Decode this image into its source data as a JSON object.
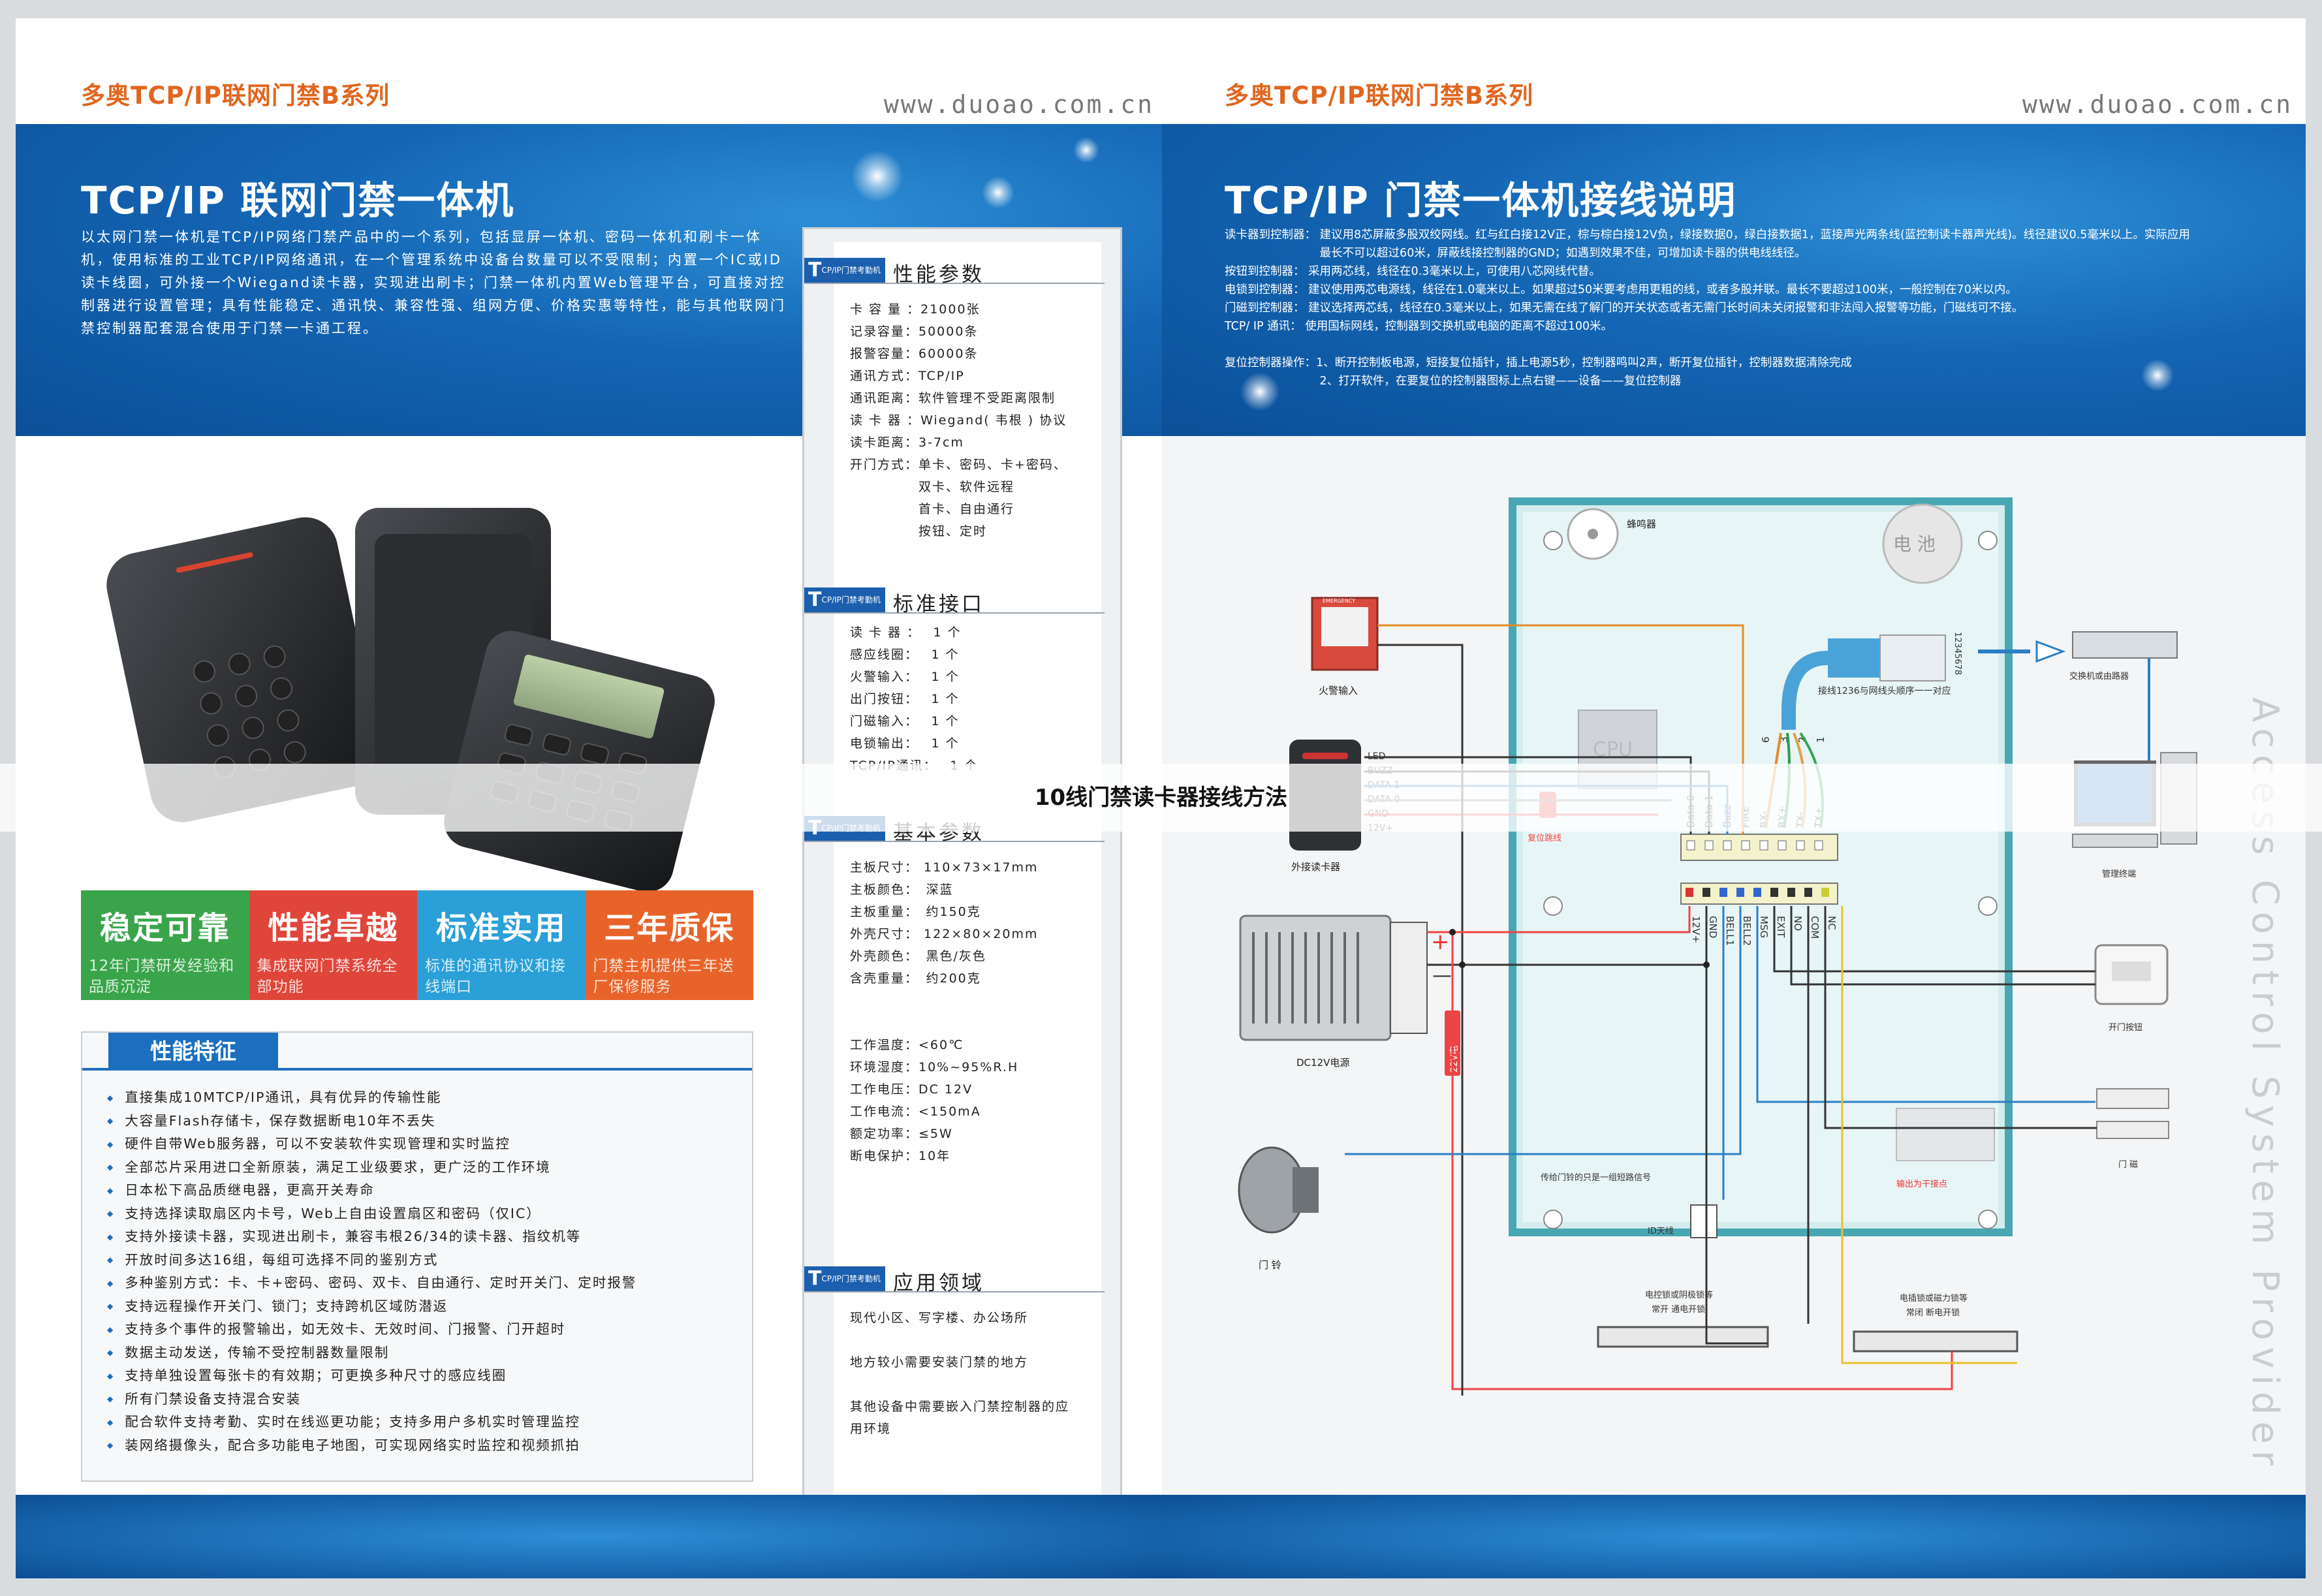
{
  "header": {
    "series_left": "多奥TCP/IP联网门禁B系列",
    "url_left": "www.duoao.com.cn",
    "series_right": "多奥TCP/IP联网门禁B系列",
    "url_right": "www.duoao.com.cn"
  },
  "left_page": {
    "title": "TCP/IP 联网门禁一体机",
    "intro": "以太网门禁一体机是TCP/IP网络门禁产品中的一个系列，包括显屏一体机、密码一体机和刷卡一体机，使用标准的工业TCP/IP网络通讯，在一个管理系统中设备台数量可以不受限制；内置一个IC或ID读卡线圈，可外接一个Wiegand读卡器，实现进出刷卡；门禁一体机内置Web管理平台，可直接对控制器进行设置管理；具有性能稳定、通讯快、兼容性强、组网方便、价格实惠等特性，能与其他联网门禁控制器配套混合使用于门禁一卡通工程。",
    "features": [
      {
        "title": "稳定可靠",
        "desc": "12年门禁研发经验和品质沉淀",
        "color": "#3aa44b"
      },
      {
        "title": "性能卓越",
        "desc": "集成联网门禁系统全部功能",
        "color": "#e0453a"
      },
      {
        "title": "标准实用",
        "desc": "标准的通讯协议和接线端口",
        "color": "#2a9fd8"
      },
      {
        "title": "三年质保",
        "desc": "门禁主机提供三年送厂保修服务",
        "color": "#e8632a"
      }
    ],
    "perf_title": "性能特征",
    "perf_items": [
      "直接集成10MTCP/IP通讯，具有优异的传输性能",
      "大容量Flash存储卡，保存数据断电10年不丢失",
      "硬件自带Web服务器，可以不安装软件实现管理和实时监控",
      "全部芯片采用进口全新原装，满足工业级要求，更广泛的工作环境",
      "日本松下高品质继电器，更高开关寿命",
      "支持选择读取扇区内卡号，Web上自由设置扇区和密码（仅IC）",
      "支持外接读卡器，实现进出刷卡，兼容韦根26/34的读卡器、指纹机等",
      "开放时间多达16组，每组可选择不同的鉴别方式",
      "多种鉴别方式：卡、卡+密码、密码、双卡、自由通行、定时开关门、定时报警",
      "支持远程操作开关门、锁门；支持跨机区域防潜返",
      "支持多个事件的报警输出，如无效卡、无效时间、门报警、门开超时",
      "数据主动发送，传输不受控制器数量限制",
      "支持单独设置每张卡的有效期；可更换多种尺寸的感应线圈",
      "所有门禁设备支持混合安装",
      "配合软件支持考勤、实时在线巡更功能；支持多用户多机实时管理监控",
      "装网络摄像头，配合多功能电子地图，可实现网络实时监控和视频抓拍"
    ],
    "spec": {
      "tag_text": "CP/IP门禁考勤机",
      "perf": {
        "title": "性能参数",
        "rows": [
          "卡 容 量 ：21000张",
          "记录容量：50000条",
          "报警容量：60000条",
          "通讯方式：TCP/IP",
          "通讯距离：软件管理不受距离限制",
          "读 卡 器 ：Wiegand( 韦根 ) 协议",
          "读卡距离：3-7cm",
          "开门方式：单卡、密码、卡+密码、",
          "　　　　　双卡、软件远程",
          "　　　　　首卡、自由通行",
          "　　　　　按钮、定时"
        ]
      },
      "interface": {
        "title": "标准接口",
        "rows": [
          "读 卡 器 ：　 1 个",
          "感应线圈：　 1 个",
          "火警输入：　 1 个",
          "出门按钮：　 1 个",
          "门磁输入：　 1 个",
          "电锁输出：　 1 个",
          "TCP/IP通讯：　 1 个"
        ]
      },
      "basic": {
        "title": "基本参数",
        "rows": [
          "主板尺寸： 110×73×17mm",
          "主板颜色：　深蓝",
          "主板重量：　约150克",
          "外壳尺寸： 122×80×20mm",
          "外壳颜色：　黑色/灰色",
          "含壳重量：　约200克",
          "",
          "",
          "工作温度：<60℃",
          "环境湿度：10%~95%R.H",
          "工作电压：DC 12V",
          "工作电流：<150mA",
          "额定功率：≤5W",
          "断电保护：10年"
        ]
      },
      "app": {
        "title": "应用领域",
        "rows": [
          "现代小区、写字楼、办公场所",
          "",
          "地方较小需要安装门禁的地方",
          "",
          "其他设备中需要嵌入门禁控制器的应",
          "用环境"
        ]
      }
    }
  },
  "right_page": {
    "title": "TCP/IP 门禁一体机接线说明",
    "wiring": [
      "读卡器到控制器：  建议用8芯屏蔽多股双绞网线。红与红白接12V正，棕与棕白接12V负，绿接数据0，绿白接数据1，蓝接声光两条线(蓝控制读卡器声光线)。线径建议0.5毫米以上。实际应用",
      "　　　　　　　　  最长不可以超过60米，屏蔽线接控制器的GND；如遇到效果不佳，可增加读卡器的供电线线径。",
      "按钮到控制器：    采用两芯线，线径在0.3毫米以上，可使用八芯网线代替。",
      "电锁到控制器：    建议使用两芯电源线，线径在1.0毫米以上。如果超过50米要考虑用更粗的线，或者多股并联。最长不要超过100米，一般控制在70米以内。",
      "门磁到控制器：    建议选择两芯线，线径在0.3毫米以上，如果无需在线了解门的开关状态或者无需门长时间未关闭报警和非法闯入报警等功能，门磁线可不接。",
      "TCP/ IP 通讯：     使用国标网线，控制器到交换机或电脑的距离不超过100米。",
      "",
      "复位控制器操作：1、断开控制板电源，短接复位插针，插上电源5秒，控制器鸣叫2声，断开复位插针，控制器数据清除完成",
      "　　　　　　　　 2、打开软件，在要复位的控制器图标上点右键——设备——复位控制器"
    ],
    "labels": {
      "buzzer": "蜂鸣器",
      "battery": "电 池",
      "fire": "火警输入",
      "fire_box": "EMERGENCY",
      "rj45_note": "接线1236与网线头顺序一一对应",
      "switch": "交换机或由路器",
      "pc": "管理终端",
      "pin_digits": "12345678",
      "ext_reader": "外接读卡器",
      "reset": "复位跳线",
      "cpu": "CPU",
      "psu": "DC12V电源",
      "v22": "22V电",
      "plus": "+",
      "minus": "—",
      "exit_btn": "开门按钮",
      "door_contact": "门 磁",
      "bell": "门 铃",
      "bell_note": "传给门铃的只是一组短路信号",
      "dry": "输出为干接点",
      "id_ant": "ID天线",
      "lock1a": "电控锁或阴极锁等",
      "lock1b": "常开   通电开锁",
      "lock2a": "电插锁或磁力锁等",
      "lock2b": "常闭   断电开锁",
      "wire_names": [
        "LED",
        "BUZZ",
        "DATA 1",
        "DATA 0",
        "GND",
        "12V+"
      ],
      "top_pins": [
        "Data 0",
        "Data 1",
        "Buzz",
        "FIRE",
        "RX-",
        "RX+",
        "TX-",
        "TX+"
      ],
      "top_pin_nums": [
        "6",
        "3",
        "2",
        "1"
      ],
      "bottom_pins": [
        "12V+",
        "GND",
        "BELL1",
        "BELL2",
        "MSG",
        "EXIT",
        "NO",
        "COM",
        "NC"
      ]
    },
    "vertical_text": "Access Control System Provider"
  },
  "banner": "10线门禁读卡器接线方法"
}
